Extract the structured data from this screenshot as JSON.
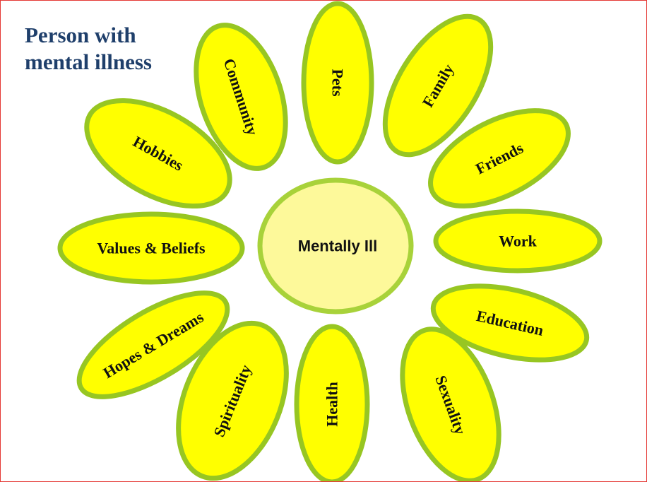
{
  "title": {
    "line1": "Person with",
    "line2": "mental illness",
    "color": "#1f3f6b"
  },
  "center": {
    "label": "Mentally Ill",
    "fill": "#fdf99a",
    "stroke": "#a8d23a"
  },
  "petal_style": {
    "fill": "#ffff00",
    "stroke": "#97c622"
  },
  "petals": [
    {
      "id": "pets",
      "label": "Pets"
    },
    {
      "id": "family",
      "label": "Family"
    },
    {
      "id": "friends",
      "label": "Friends"
    },
    {
      "id": "work",
      "label": "Work"
    },
    {
      "id": "education",
      "label": "Education"
    },
    {
      "id": "sexuality",
      "label": "Sexuality"
    },
    {
      "id": "health",
      "label": "Health"
    },
    {
      "id": "spirituality",
      "label": "Spirituality"
    },
    {
      "id": "hopes-dreams",
      "label": "Hopes & Dreams"
    },
    {
      "id": "values-beliefs",
      "label": "Values & Beliefs"
    },
    {
      "id": "hobbies",
      "label": "Hobbies"
    },
    {
      "id": "community",
      "label": "Community"
    }
  ]
}
